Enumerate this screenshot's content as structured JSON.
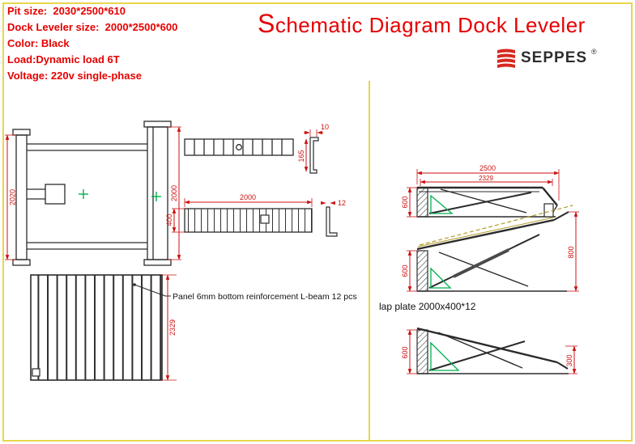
{
  "header": {
    "specs": [
      "Pit size:  2030*2500*610",
      "Dock Leveler size:  2000*2500*600",
      "Color: Black",
      "Load:Dynamic load 6T",
      "Voltage: 220v single-phase"
    ],
    "title": "Schematic Diagram Dock Leveler",
    "logo": {
      "text": "SEPPES",
      "registered": "®"
    }
  },
  "notes": {
    "panel": "Panel 6mm bottom reinforcement L-beam 12 pcs",
    "lap_plate": "lap plate 2000x400*12"
  },
  "dimensions": {
    "frame_height_left": "2020",
    "frame_height_right": "2000",
    "lip_thickness": "10",
    "lip_height": "165",
    "platform_width": "2000",
    "platform_depth": "400",
    "plate_thickness": "12",
    "panel_width": "2329",
    "overall_width": "2500",
    "inner_width": "2329",
    "dock_height_top": "600",
    "dock_height_mid": "600",
    "dock_height_bottom": "600",
    "raised_travel": "800",
    "below_dock_travel": "300"
  },
  "colors": {
    "accent_red": "#e60000",
    "dimension_red": "#cc1111",
    "drawing_line": "#2b2b2b",
    "marker_green": "#00b050",
    "frame_yellow": "#e7d64b",
    "logo_red": "#d6281e"
  }
}
